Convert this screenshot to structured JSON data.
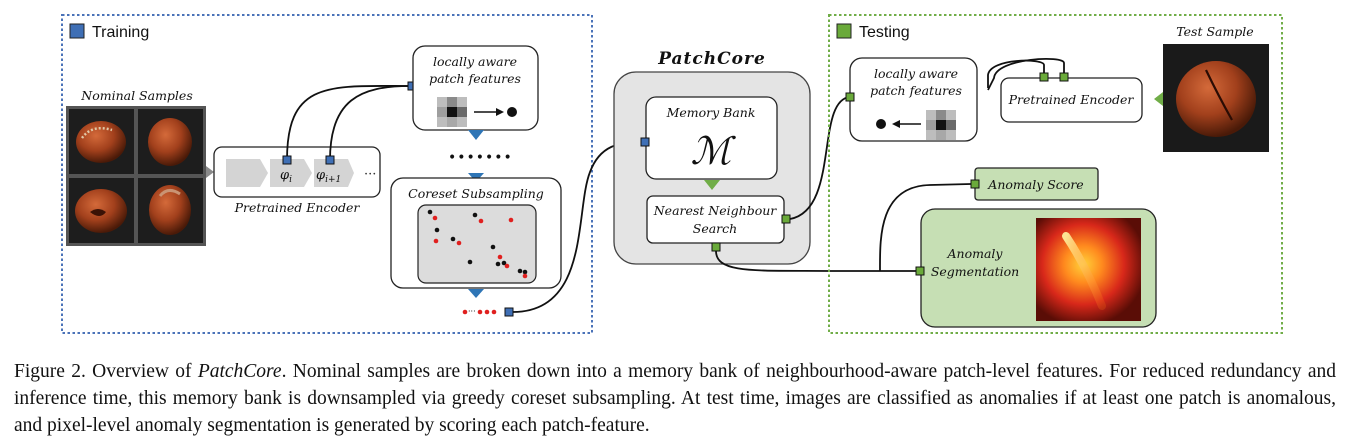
{
  "colors": {
    "training_border": "#4a72b8",
    "testing_border": "#70ad47",
    "blue_square": "#3f6fb5",
    "green_square": "#6aaa3a",
    "green_fill": "#c6dfb4",
    "panel_gray": "#e4e4e4",
    "triangle_blue": "#2e75b6",
    "triangle_green": "#70ad47",
    "red_dot": "#e0201f"
  },
  "training": {
    "label": "Training",
    "nominal_label": "Nominal Samples",
    "encoder_label": "Pretrained Encoder",
    "phi_i": "φ",
    "phi_i_sub": "i",
    "phi_i1": "φ",
    "phi_i1_sub": "i+1",
    "ellipsis": "···",
    "patch_features_line1": "locally aware",
    "patch_features_line2": "patch features",
    "coreset_label": "Coreset Subsampling"
  },
  "patchcore": {
    "title": "PatchCore",
    "memory_bank_label": "Memory Bank",
    "memory_symbol": "ℳ",
    "nn_line1": "Nearest Neighbour",
    "nn_line2": "Search"
  },
  "testing": {
    "label": "Testing",
    "test_sample_label": "Test Sample",
    "encoder_label": "Pretrained Encoder",
    "patch_features_line1": "locally aware",
    "patch_features_line2": "patch features",
    "anomaly_score_label": "Anomaly Score",
    "anomaly_seg_line1": "Anomaly",
    "anomaly_seg_line2": "Segmentation"
  },
  "caption": {
    "fig_label": "Figure 2. Overview of ",
    "method": "PatchCore",
    "text_after": ". Nominal samples are broken down into a memory bank of neighbourhood-aware patch-level features. For reduced redundancy and inference time, this memory bank is downsampled via greedy coreset subsampling. At test time, images are classified as anomalies if at least one patch is anomalous, and pixel-level anomaly segmentation is generated by scoring each patch-feature."
  }
}
